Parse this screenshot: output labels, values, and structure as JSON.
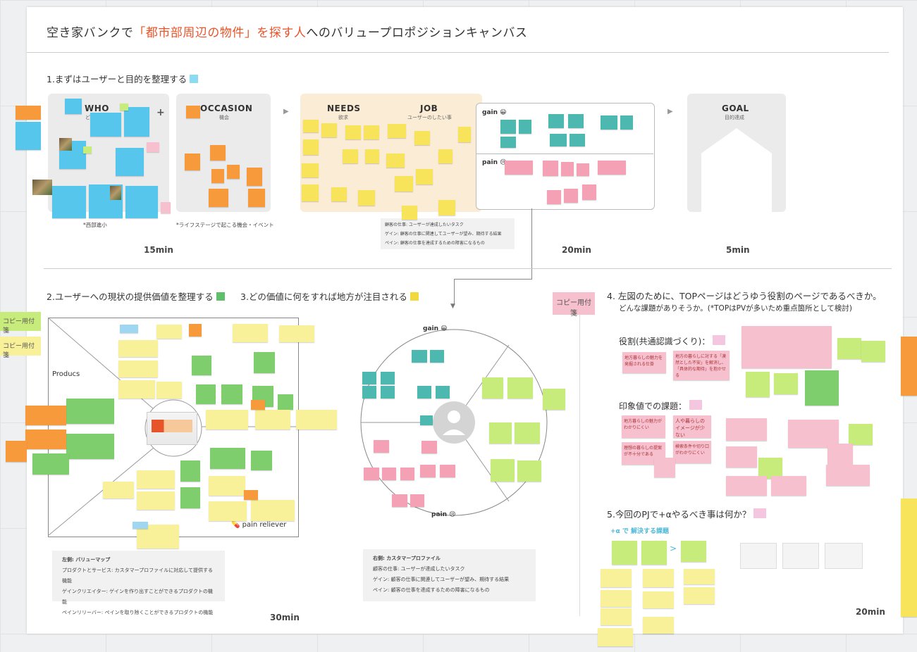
{
  "title": {
    "pre": "空き家バンクで",
    "highlight": "「都市部周辺の物件」を探す人",
    "post": "へのバリュープロポジションキャンバス"
  },
  "sections": {
    "s1": "1.まずはユーザーと目的を整理する",
    "s2": "2.ユーザーへの現状の提供価値を整理する",
    "s3": "3.どの価値に何をすれば地方が注目される",
    "s4_line1": "4. 左図のために、TOPページはどうゆう役割のページであるべきか。",
    "s4_line2": "どんな課題がありそうか。(*TOPはPVが多いため重点箇所として検討)",
    "s5": "5.今回のPJで+αやるべき事は何か？"
  },
  "panels": {
    "who": "WHO",
    "who_sub": "どん",
    "occasion": "OCCASION",
    "occasion_sub": "機会",
    "needs": "NEEDS",
    "needs_sub": "欲求",
    "job": "JOB",
    "job_sub": "ユーザーのしたい事",
    "goal": "GOAL",
    "goal_sub": "目的達成",
    "gain": "gain 😀",
    "pain": "pain 😢",
    "who_caption": "*西部進小",
    "occasion_caption": "*ライフステージで起こる機会・イベント"
  },
  "job_legend": [
    "顧客の仕事: ユーザーが達成したいタスク",
    "ゲイン: 顧客の仕事に関連してユーザーが望み、期待する結果",
    "ペイン: 顧客の仕事を達成するための障害になるもの"
  ],
  "times": {
    "t1": "15min",
    "t2": "20min",
    "t3": "5min",
    "t4": "30min",
    "t5": "20min"
  },
  "value_map": {
    "products": "Producs",
    "pain_reliever": "pain reliever",
    "gain_circle": "gain 😀",
    "pain_circle": "pain 😢"
  },
  "legend_left": {
    "title": "左側: バリューマップ",
    "lines": [
      "プロダクトとサービス: カスタマープロファイルに対応して提供する機能",
      "ゲインクリエイター: ゲインを作り出すことができるプロダクトの機能",
      "ペインリリーバー: ペインを取り除くことができるプロダクトの機能"
    ]
  },
  "legend_right": {
    "title": "右側: カスタマープロファイル",
    "lines": [
      "顧客の仕事: ユーザーが達成したいタスク",
      "ゲイン: 顧客の仕事に関連してユーザーが望み、期待する結果",
      "ペイン: 顧客の仕事を達成するための障害になるもの"
    ]
  },
  "copy_label": "コピー用付箋",
  "copy_label_trunc": "コピー用付箋",
  "s4": {
    "role_label": "役割(共通認識づくり)：",
    "impression_label": "印象値での課題：",
    "role_notes": [
      "地方暮らしの魅力を発掘される仕掛",
      "地方の暮らしに対する「漠然とした不安」を解消し、「具体的な期待」を抱かせる"
    ],
    "impression_notes": [
      "地方暮らしの魅力がわかりにくい",
      "人や暮らしのイメージが少ない",
      "理想の暮らしの提案が不十分である",
      "検索条件や切り口がわかりにくい"
    ]
  },
  "s5_sub": "+α で 解決する課題",
  "colors": {
    "accent": "#e8542a",
    "teal_sq": "#8bdcf0",
    "green_sq": "#5fc06b",
    "yellow_sq": "#f2d83f",
    "pink_sq": "#f5c6e0"
  }
}
